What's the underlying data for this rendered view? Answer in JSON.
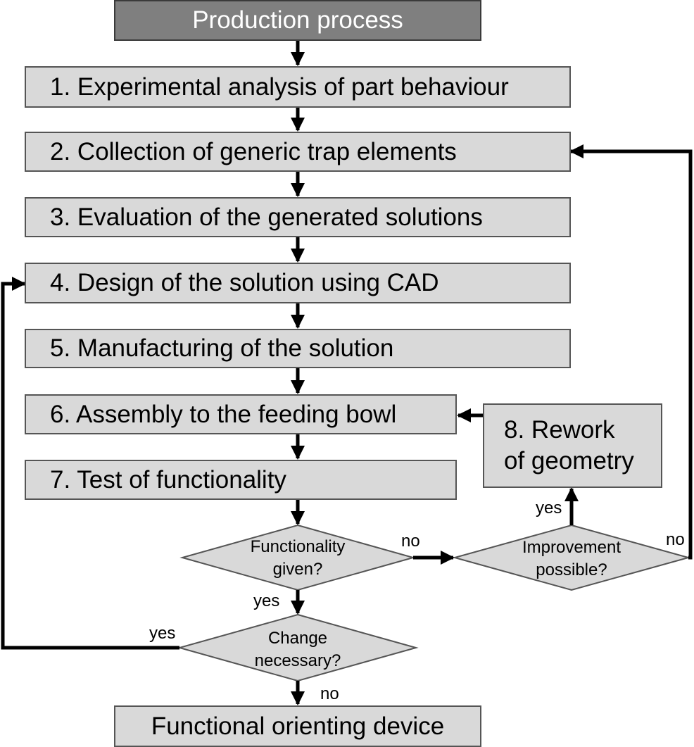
{
  "header": {
    "label": "Production process"
  },
  "steps": [
    {
      "label": "1. Experimental analysis of part behaviour"
    },
    {
      "label": "2. Collection of generic trap elements"
    },
    {
      "label": "3. Evaluation of the generated solutions"
    },
    {
      "label": "4. Design of the solution using CAD"
    },
    {
      "label": "5. Manufacturing of the solution"
    },
    {
      "label": "6. Assembly to the feeding bowl"
    },
    {
      "label": "7. Test of functionality"
    },
    {
      "label": "8. Rework\nof geometry"
    }
  ],
  "decisions": {
    "functionality": {
      "label": "Functionality\ngiven?"
    },
    "improvement": {
      "label": "Improvement\npossible?"
    },
    "change": {
      "label": "Change\nnecessary?"
    }
  },
  "edges": {
    "functionality_no": "no",
    "functionality_yes": "yes",
    "improvement_yes": "yes",
    "improvement_no": "no",
    "change_yes": "yes",
    "change_no": "no"
  },
  "output": {
    "label": "Functional orienting device"
  },
  "colors": {
    "box_fill": "#d9d9d9",
    "header_fill": "#7f7f7f",
    "line": "#000000"
  }
}
